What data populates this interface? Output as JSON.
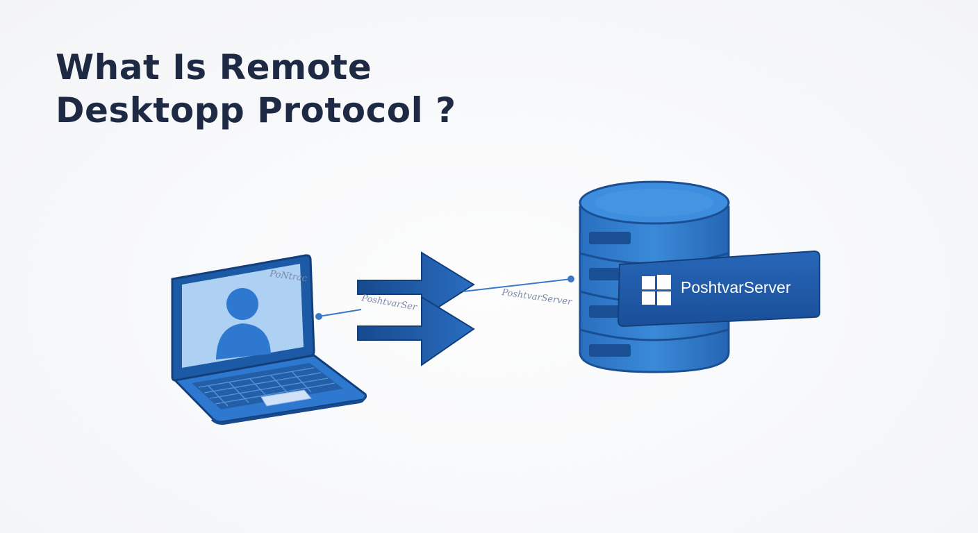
{
  "title": {
    "line1": "What Is Remote",
    "line2": "Desktopp Protocol ?"
  },
  "server": {
    "label": "PoshtvarServer",
    "logo_icon": "windows-logo-icon"
  },
  "connection": {
    "label_top": "PoNtrac",
    "label_middle": "PoshtvarSer",
    "label_right": "PoshtvarServer"
  },
  "icons": {
    "client": "laptop-icon",
    "user": "user-avatar-icon",
    "arrows": "arrow-right-icon",
    "server": "database-server-icon"
  },
  "colors": {
    "primary": "#2f7bd0",
    "dark": "#1b4f94",
    "screen": "#a9cdf2",
    "title": "#1e2a44",
    "label_bg": "#1f5aa6"
  }
}
